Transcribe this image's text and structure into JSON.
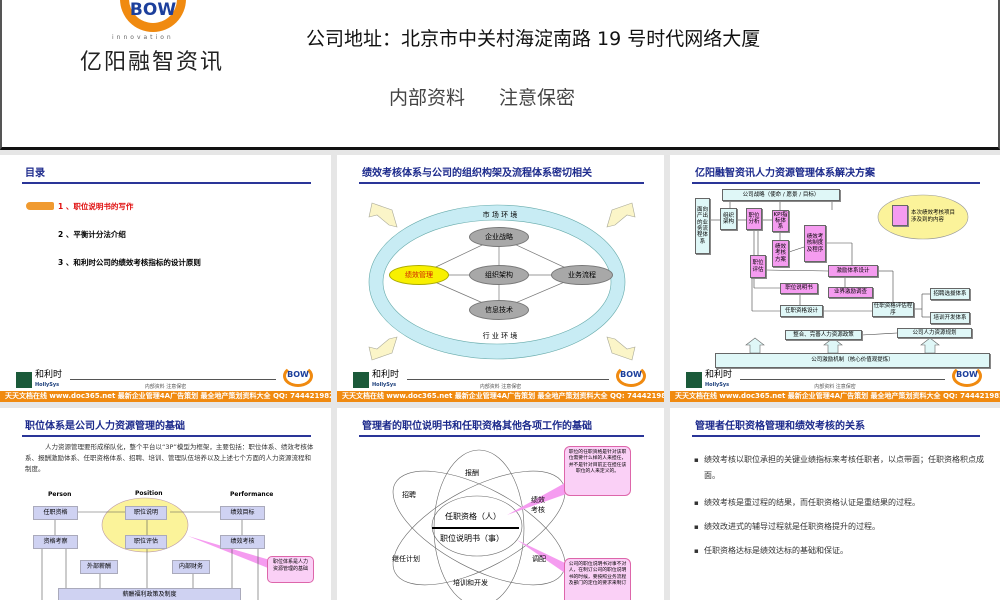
{
  "cover": {
    "brand_mark": "BOW",
    "brand_tagline": "innovation",
    "company_name": "亿阳融智资讯",
    "address": "公司地址：北京市中关村海淀南路 19 号时代网络大厦",
    "confidential_1": "内部资料",
    "confidential_2": "注意保密"
  },
  "footer": {
    "band_text": "天天文档在线  www.doc365.net  最新企业管理4A广告策划  最全地产策划资料大全  QQ: 744421982",
    "confidential": "内部资料    注意保密",
    "left_logo_text": "和利时",
    "left_logo_sub": "HollySys",
    "right_logo_text": "BOW"
  },
  "slides": [
    {
      "title": "目录",
      "items": [
        "1 、职位说明书的写作",
        "2 、平衡计分法介绍",
        "3 、和利时公司的绩效考核指标的设计原则"
      ],
      "active_color": "#e01010"
    },
    {
      "title": "绩效考核体系与公司的组织构架及流程体系密切相关",
      "outer_top": "市    场    环    境",
      "outer_bottom": "行    业    环    境",
      "nodes": {
        "strategy": "企业战略",
        "org": "组织架构",
        "process": "业务流程",
        "it": "信息技术",
        "perf": "绩效管理"
      }
    },
    {
      "title": "亿阳融智资讯人力资源管理体系解决方案",
      "boxes": {
        "strategy": "公司战略（使命 / 愿景 / 目标）",
        "process": "面向产出的业务流程体系",
        "org": "组织架构",
        "job_analysis": "职位分析",
        "kpi": "KPI指标体系",
        "perf_plan": "绩效考核方案",
        "perf_system": "绩效考核制度及程序",
        "job_eval": "职位评估",
        "incentive": "激励体系设计",
        "survey": "业界激励调查",
        "jd": "职位说明书",
        "qual_design": "任职资格设计",
        "qual_eval": "任职资格评估程序",
        "recruit": "招聘选拔体系",
        "training": "培训开发体系",
        "policy": "整合、完善人力资源政策",
        "hr_plan": "公司人力资源规划",
        "mechanism": "公司激励机制（核心价值观提炼）",
        "legend": "本次绩效考核项目涉及到的内容"
      }
    },
    {
      "title": "职位体系是公司人力资源管理的基础",
      "paragraph": "人力资源管理要形成梯队化，整个平台以“3P”模型为框架，主要包括：职位体系、绩效考核体系、报酬激励体系、任职资格体系、招聘、培训、管理队伍培养以及上述七个方面的人力资源流程和制度。",
      "columns": [
        "Person",
        "Position",
        "Performance"
      ],
      "boxes": {
        "qual": "任职资格",
        "jd": "职位说明",
        "goal": "绩效目标",
        "qual_review": "资格考察",
        "job_eval": "职位评估",
        "perf_review": "绩效考核",
        "ext_pay": "外部薪酬",
        "int_fin": "内部财务",
        "comp": "薪酬福利政策及制度"
      },
      "callout": "职位体系是人力资源管理的基础"
    },
    {
      "title": "管理者的职位说明书和任职资格其他各项工作的基础",
      "labels": {
        "pay": "报酬",
        "recruit": "招聘",
        "perf": "绩效考核",
        "succession": "继任计划",
        "transfer": "调配",
        "training": "培训和开发",
        "qual": "任职资格（人）",
        "jd": "职位说明书（事）"
      },
      "callout_top": "职位的任职资格是针对该职位需要什么样的人来担任，并不是针对目前正在担任该职位的人来定义的。",
      "callout_bottom": "公司的职位说明书对事不对人，在制订公司的职位说明书的时候，要按照业务流程及部门的定位的要求来制订"
    },
    {
      "title": "管理者任职资格管理和绩效考核的关系",
      "bullets": [
        "绩效考核以职位承担的关键业绩指标来考核任职者，以点带面；任职资格积点成面。",
        "绩效考核是重过程的结果，而任职资格认证是重结果的过程。",
        "绩效改进式的辅导过程就是任职资格提升的过程。",
        "任职资格达标是绩效达标的基础和保证。"
      ]
    }
  ]
}
